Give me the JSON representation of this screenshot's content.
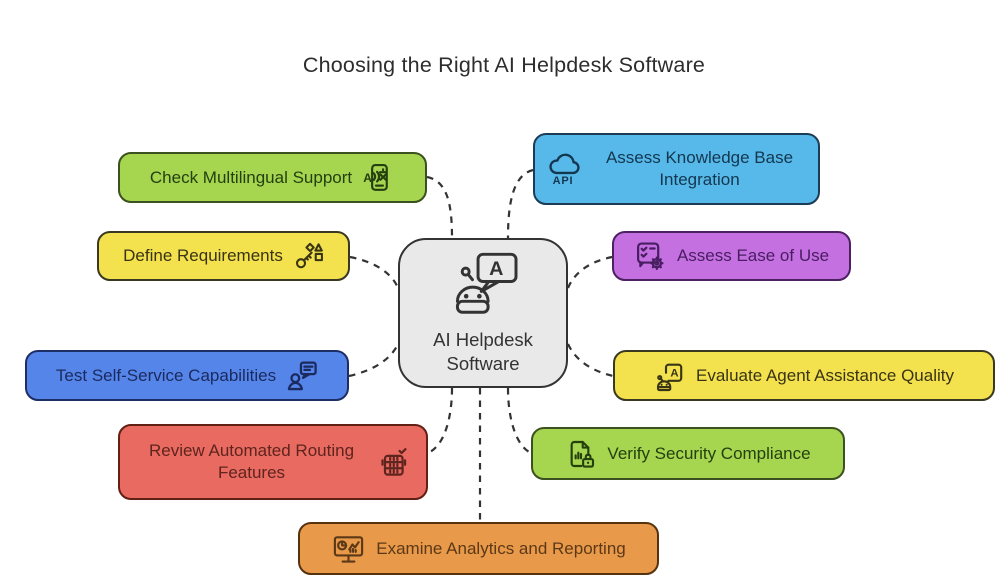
{
  "title": "Choosing the Right AI Helpdesk Software",
  "background": "#ffffff",
  "connector_style": {
    "color": "#333333",
    "dashed": true
  },
  "center": {
    "id": "ai-helpdesk-software",
    "label": "AI Helpdesk Software",
    "icon": "robot-chat-icon",
    "fill": "#e9e9e9",
    "border": "#333333",
    "text_color": "#333333"
  },
  "nodes": [
    {
      "id": "check-multilingual-support",
      "label": "Check Multilingual Support",
      "icon": "translate-icon",
      "icon_side": "right",
      "fill": "#a6d54f",
      "border": "#3b511f",
      "text_color": "#24400f"
    },
    {
      "id": "define-requirements",
      "label": "Define Requirements",
      "icon": "key-shapes-icon",
      "icon_side": "right",
      "fill": "#f3e14d",
      "border": "#3a3820",
      "text_color": "#393414"
    },
    {
      "id": "test-self-service-capabilities",
      "label": "Test Self-Service Capabilities",
      "icon": "person-chat-icon",
      "icon_side": "right",
      "fill": "#5585e9",
      "border": "#1d2e66",
      "text_color": "#1b2a5e"
    },
    {
      "id": "review-automated-routing-features",
      "label": "Review Automated Routing Features",
      "icon": "server-check-icon",
      "icon_side": "right",
      "fill": "#e96a60",
      "border": "#611f15",
      "text_color": "#5e241e"
    },
    {
      "id": "examine-analytics-and-reporting",
      "label": "Examine Analytics and Reporting",
      "icon": "monitor-analytics-icon",
      "icon_side": "left",
      "fill": "#e8994a",
      "border": "#55330f",
      "text_color": "#5c3916"
    },
    {
      "id": "assess-knowledge-base-integration",
      "label": "Assess Knowledge Base Integration",
      "icon": "cloud-api-icon",
      "icon_side": "left",
      "fill": "#56b9e9",
      "border": "#1c3c55",
      "text_color": "#143750"
    },
    {
      "id": "assess-ease-of-use",
      "label": "Assess Ease of Use",
      "icon": "checklist-gear-icon",
      "icon_side": "left",
      "fill": "#c470e1",
      "border": "#4d2063",
      "text_color": "#481d61"
    },
    {
      "id": "evaluate-agent-assistance-quality",
      "label": "Evaluate Agent Assistance Quality",
      "icon": "agent-frame-icon",
      "icon_side": "left",
      "fill": "#f3e14d",
      "border": "#3a3820",
      "text_color": "#393414"
    },
    {
      "id": "verify-security-compliance",
      "label": "Verify Security Compliance",
      "icon": "document-lock-icon",
      "icon_side": "left",
      "fill": "#a6d54f",
      "border": "#3b511f",
      "text_color": "#24400f"
    }
  ],
  "connections": [
    {
      "from": "ai-helpdesk-software",
      "to": "check-multilingual-support"
    },
    {
      "from": "ai-helpdesk-software",
      "to": "define-requirements"
    },
    {
      "from": "ai-helpdesk-software",
      "to": "test-self-service-capabilities"
    },
    {
      "from": "ai-helpdesk-software",
      "to": "review-automated-routing-features"
    },
    {
      "from": "ai-helpdesk-software",
      "to": "examine-analytics-and-reporting"
    },
    {
      "from": "ai-helpdesk-software",
      "to": "assess-knowledge-base-integration"
    },
    {
      "from": "ai-helpdesk-software",
      "to": "assess-ease-of-use"
    },
    {
      "from": "ai-helpdesk-software",
      "to": "evaluate-agent-assistance-quality"
    },
    {
      "from": "ai-helpdesk-software",
      "to": "verify-security-compliance"
    }
  ]
}
